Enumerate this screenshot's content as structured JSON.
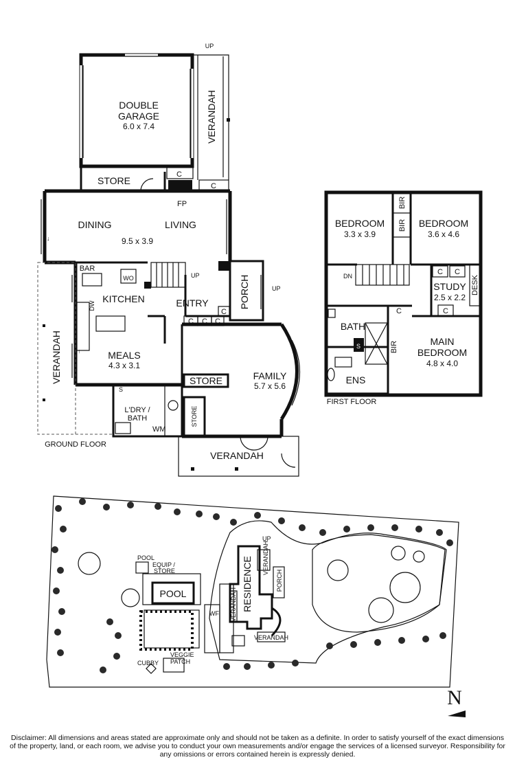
{
  "ground_floor": {
    "caption": "GROUND FLOOR",
    "rooms": {
      "garage_name": "DOUBLE",
      "garage_name2": "GARAGE",
      "garage_dim": "6.0 x 7.4",
      "verandah_top": "VERANDAH",
      "up_top": "UP",
      "store": "STORE",
      "c1": "C",
      "c2": "C",
      "fp": "FP",
      "dining": "DINING",
      "living": "LIVING",
      "dining_living_dim": "9.5 x 3.9",
      "bar": "BAR",
      "wo": "WO",
      "up_stair": "UP",
      "kitchen": "KITCHEN",
      "dw": "DW",
      "entry": "ENTRY",
      "porch": "PORCH",
      "up_porch": "UP",
      "c3": "C",
      "c4": "C",
      "c5": "C",
      "c6": "C",
      "verandah_left": "VERANDAH",
      "meals": "MEALS",
      "meals_dim": "4.3 x 3.1",
      "store2": "STORE",
      "family": "FAMILY",
      "family_dim": "5.7 x 5.6",
      "s": "S",
      "ldry": "L'DRY /",
      "bath": "BATH",
      "wm": "WM",
      "store3": "STORE",
      "verandah_bottom": "VERANDAH"
    }
  },
  "first_floor": {
    "caption": "FIRST FLOOR",
    "rooms": {
      "bedroom1": "BEDROOM",
      "bedroom1_dim": "3.3 x 3.9",
      "bir1": "BIR",
      "bir2": "BIR",
      "bedroom2": "BEDROOM",
      "bedroom2_dim": "3.6 x 4.6",
      "dn": "DN",
      "c1": "C",
      "c2": "C",
      "study": "STUDY",
      "study_dim": "2.5 x 2.2",
      "desk": "DESK",
      "c3": "C",
      "c4": "C",
      "bath": "BATH",
      "s": "S",
      "bir3": "BIR",
      "main_bedroom": "MAIN",
      "main_bedroom2": "BEDROOM",
      "main_bedroom_dim": "4.8 x 4.0",
      "ens": "ENS"
    }
  },
  "site_plan": {
    "pool_equip": "POOL",
    "pool_equip2": "EQUIP /",
    "pool_equip3": "STORE",
    "pool": "POOL",
    "residence": "RESIDENCE",
    "porch": "PORCH",
    "verandah1": "VERANDAH",
    "verandah2": "VERANDAH",
    "verandah3": "VERANDAH",
    "up": "UP",
    "wf": "WF",
    "cubby": "CUBBY",
    "veggie": "VEGGIE",
    "patch": "PATCH"
  },
  "compass": "N",
  "disclaimer": "Disclaimer: All dimensions and areas stated are approximate only and should not be taken as a definite. In order to satisfy yourself of the exact dimensions of the property, land, or each room, we advise you to conduct your own measurements and/or engage the services of a licensed surveyor. Responsibility for any omissions or errors contained herein is expressly denied."
}
